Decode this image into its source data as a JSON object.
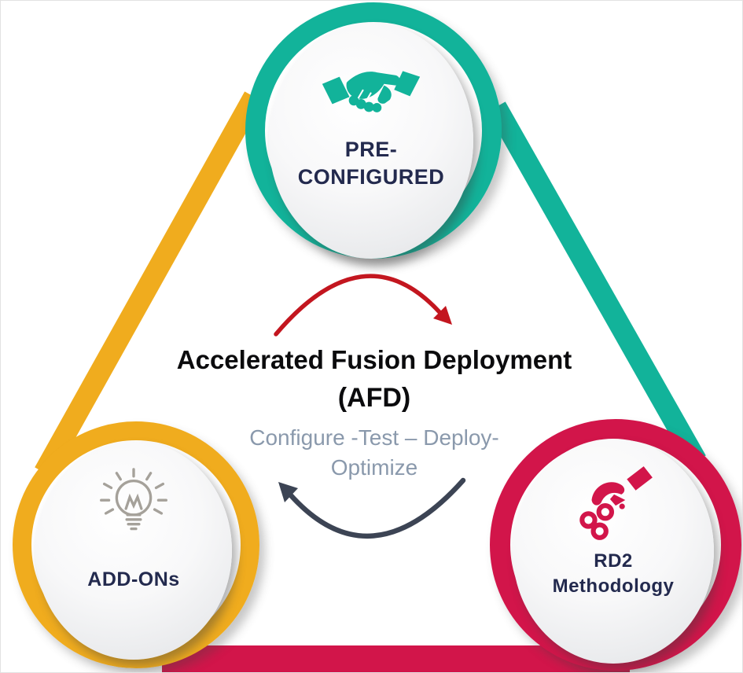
{
  "diagram": {
    "name": "Accelerated Fusion Deployment (AFD) triangle diagram",
    "center": {
      "title_line1": "Accelerated Fusion Deployment",
      "title_line2": "(AFD)",
      "subtitle_line1": "Configure -Test – Deploy-",
      "subtitle_line2": "Optimize"
    },
    "nodes": {
      "top": {
        "label_line1": "PRE-",
        "label_line2": "CONFIGURED",
        "icon": "handshake-icon",
        "ring_color": "#12B39A"
      },
      "bottom_left": {
        "label_line1": "ADD-ONs",
        "label_line2": "",
        "icon": "lightbulb-icon",
        "ring_color": "#F0AC1E"
      },
      "bottom_right": {
        "label_line1": "RD2",
        "label_line2": "Methodology",
        "icon": "hand-seeding-icon",
        "ring_color": "#D2154A"
      }
    },
    "edges": {
      "left_color": "#F0AC1E",
      "right_color": "#12B39A",
      "bottom_color": "#D2154A"
    },
    "arrows": {
      "top": {
        "direction": "clockwise",
        "color": "#C3161F"
      },
      "bottom": {
        "direction": "counter-clockwise",
        "color": "#3C4454"
      }
    }
  }
}
